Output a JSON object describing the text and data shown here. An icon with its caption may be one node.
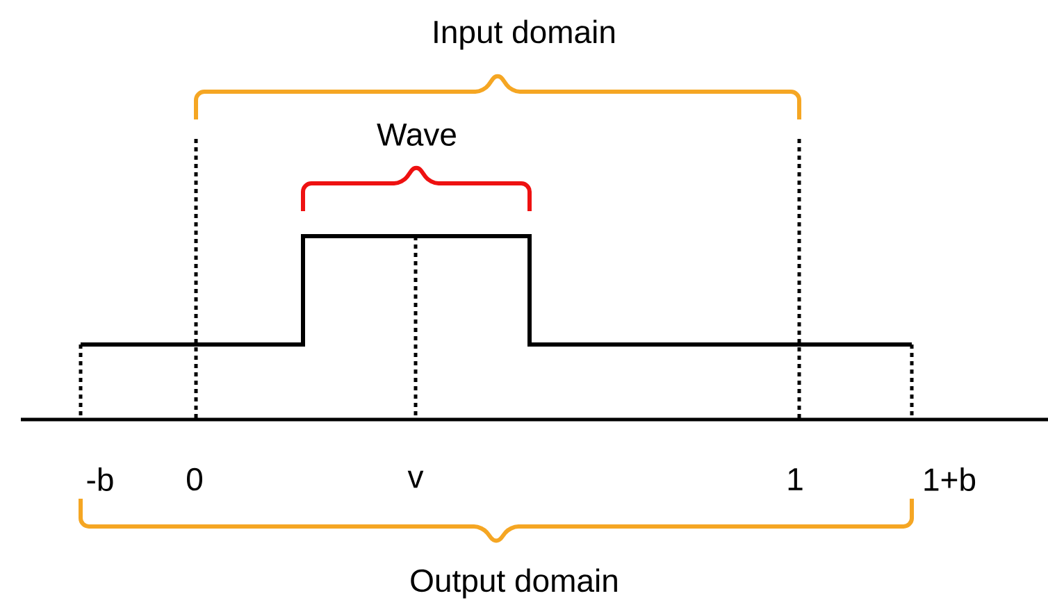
{
  "diagram": {
    "labels": [
      "Input domain",
      "Wave",
      "-b",
      "0",
      "v",
      "1",
      "1+b",
      "Output domain"
    ]
  }
}
